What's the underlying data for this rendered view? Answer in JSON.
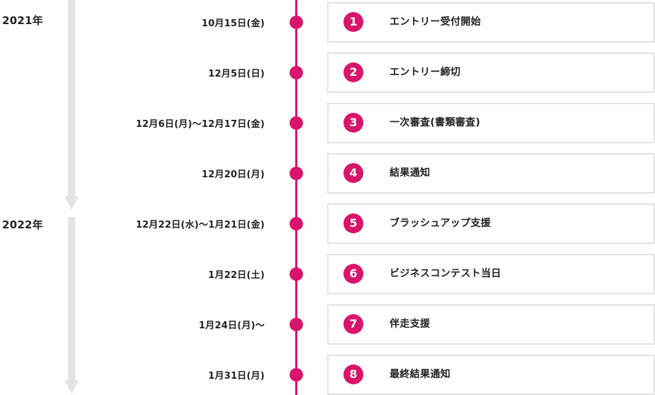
{
  "years": [
    "2021年",
    "2022年"
  ],
  "steps": [
    {
      "date": "10月15日(金)",
      "num": "1",
      "label": "エントリー受付開始"
    },
    {
      "date": "12月5日(日)",
      "num": "2",
      "label": "エントリー締切"
    },
    {
      "date": "12月6日(月)〜12月17日(金)",
      "num": "3",
      "label": "一次審査(書類審査)"
    },
    {
      "date": "12月20日(月)",
      "num": "4",
      "label": "結果通知"
    },
    {
      "date": "12月22日(水)〜1月21日(金)",
      "num": "5",
      "label": "ブラッシュアップ支援"
    },
    {
      "date": "1月22日(土)",
      "num": "6",
      "label": "ビジネスコンテスト当日"
    },
    {
      "date": "1月24日(月)〜",
      "num": "7",
      "label": "伴走支援"
    },
    {
      "date": "1月31日(月)",
      "num": "8",
      "label": "最終結果通知"
    }
  ],
  "colors": {
    "accent": "#d8156a",
    "arrow": "#e3e3e3",
    "card_border": "#e2e2e2"
  }
}
